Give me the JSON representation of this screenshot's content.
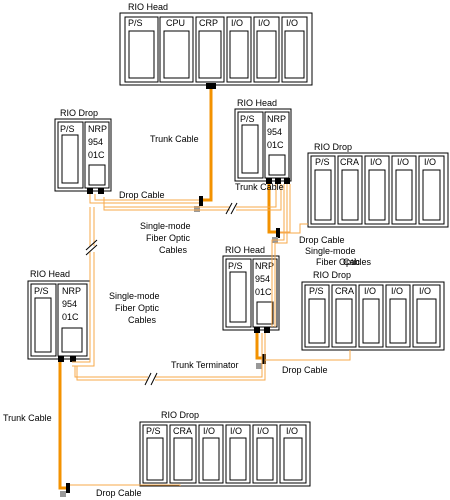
{
  "labels": {
    "rio_head": "RIO Head",
    "rio_head_spaced": "RIO  Head",
    "rio_drop": "RIO Drop",
    "rio_drop_spaced": "RIO  Drop",
    "trunk_cable": "Trunk Cable",
    "drop_cable": "Drop Cable",
    "trunk_terminator": "Trunk Terminator",
    "fiber_line1": "Single-mode",
    "fiber_line2": "Fiber Optic",
    "fiber_line3": "Cables"
  },
  "modules": {
    "ps": "P/S",
    "cpu": "CPU",
    "crp": "CRP",
    "cra": "CRA",
    "io": "I/O",
    "nrp_1": "NRP",
    "nrp_2": "954",
    "nrp_3": "01C"
  },
  "colors": {
    "trunk": "#f39200",
    "fiber": "#f7a84a"
  }
}
